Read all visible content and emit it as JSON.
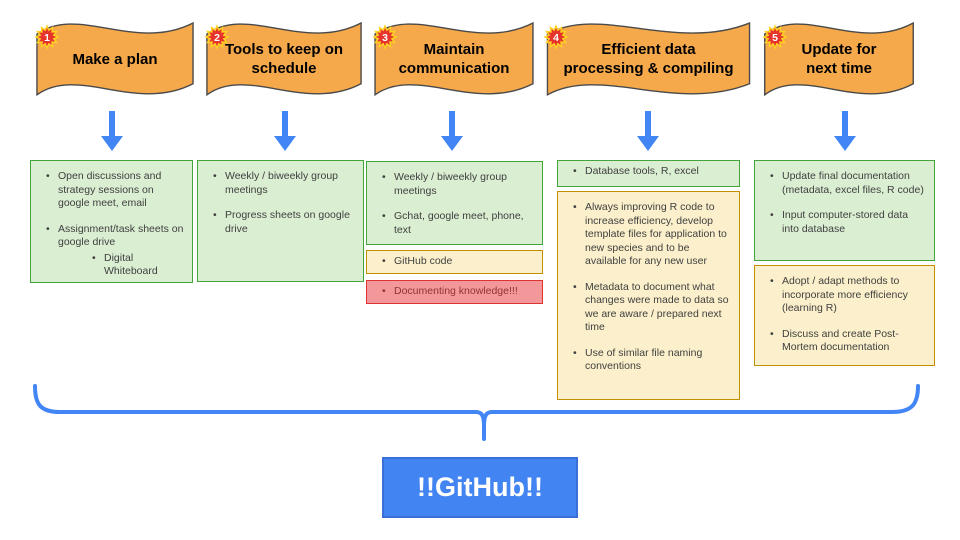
{
  "banners": [
    {
      "number": "1",
      "line1": "Make a plan",
      "line2": ""
    },
    {
      "number": "2",
      "line1": "Tools to keep on",
      "line2": "schedule"
    },
    {
      "number": "3",
      "line1": "Maintain",
      "line2": "communication"
    },
    {
      "number": "4",
      "line1": "Efficient data",
      "line2": "processing & compiling"
    },
    {
      "number": "5",
      "line1": "Update for",
      "line2": "next time"
    }
  ],
  "columns": [
    {
      "boxes": [
        {
          "color": "green",
          "bullets": [
            "Open discussions and strategy sessions on google meet, email",
            "Assignment/task sheets on google drive",
            "Digital Whiteboard"
          ]
        }
      ]
    },
    {
      "boxes": [
        {
          "color": "green",
          "bullets": [
            "Weekly / biweekly group meetings",
            "Progress sheets on google drive"
          ]
        }
      ]
    },
    {
      "boxes": [
        {
          "color": "green",
          "bullets": [
            "Weekly / biweekly group meetings",
            "Gchat, google meet, phone, text"
          ]
        },
        {
          "color": "yellow",
          "bullets": [
            "GitHub code"
          ]
        },
        {
          "color": "red",
          "bullets": [
            "Documenting knowledge!!!"
          ]
        }
      ]
    },
    {
      "boxes": [
        {
          "color": "green",
          "bullets": [
            "Database tools, R, excel"
          ]
        },
        {
          "color": "yellow",
          "bullets": [
            "Always improving R code to increase efficiency, develop template files for application to new species and to be available for any new user",
            "Metadata to document what changes were made to data so we are aware / prepared next time",
            "Use of similar file naming conventions"
          ]
        }
      ]
    },
    {
      "boxes": [
        {
          "color": "green",
          "bullets": [
            "Update final documentation (metadata, excel files, R code)",
            "Input computer-stored data into database"
          ]
        },
        {
          "color": "yellow",
          "bullets": [
            "Adopt / adapt methods to incorporate more efficiency (learning R)",
            "Discuss and create Post-Mortem documentation"
          ]
        }
      ]
    }
  ],
  "footer": {
    "label": "!!GitHub!!"
  },
  "colors": {
    "banner_orange": "#F5A94B",
    "badge_red": "#E6342C",
    "badge_yellow_outline": "#FFD321",
    "arrow_blue": "#4285F4",
    "green_fill": "#DAEED2",
    "green_border": "#43A43C",
    "yellow_fill": "#FBF0CB",
    "yellow_border": "#BF9000",
    "red_fill": "#F4979B",
    "red_border": "#DD3333",
    "red_text": "#933333",
    "github_fill": "#4284F2",
    "github_border": "#3A6FD8",
    "body_text": "#404040"
  }
}
